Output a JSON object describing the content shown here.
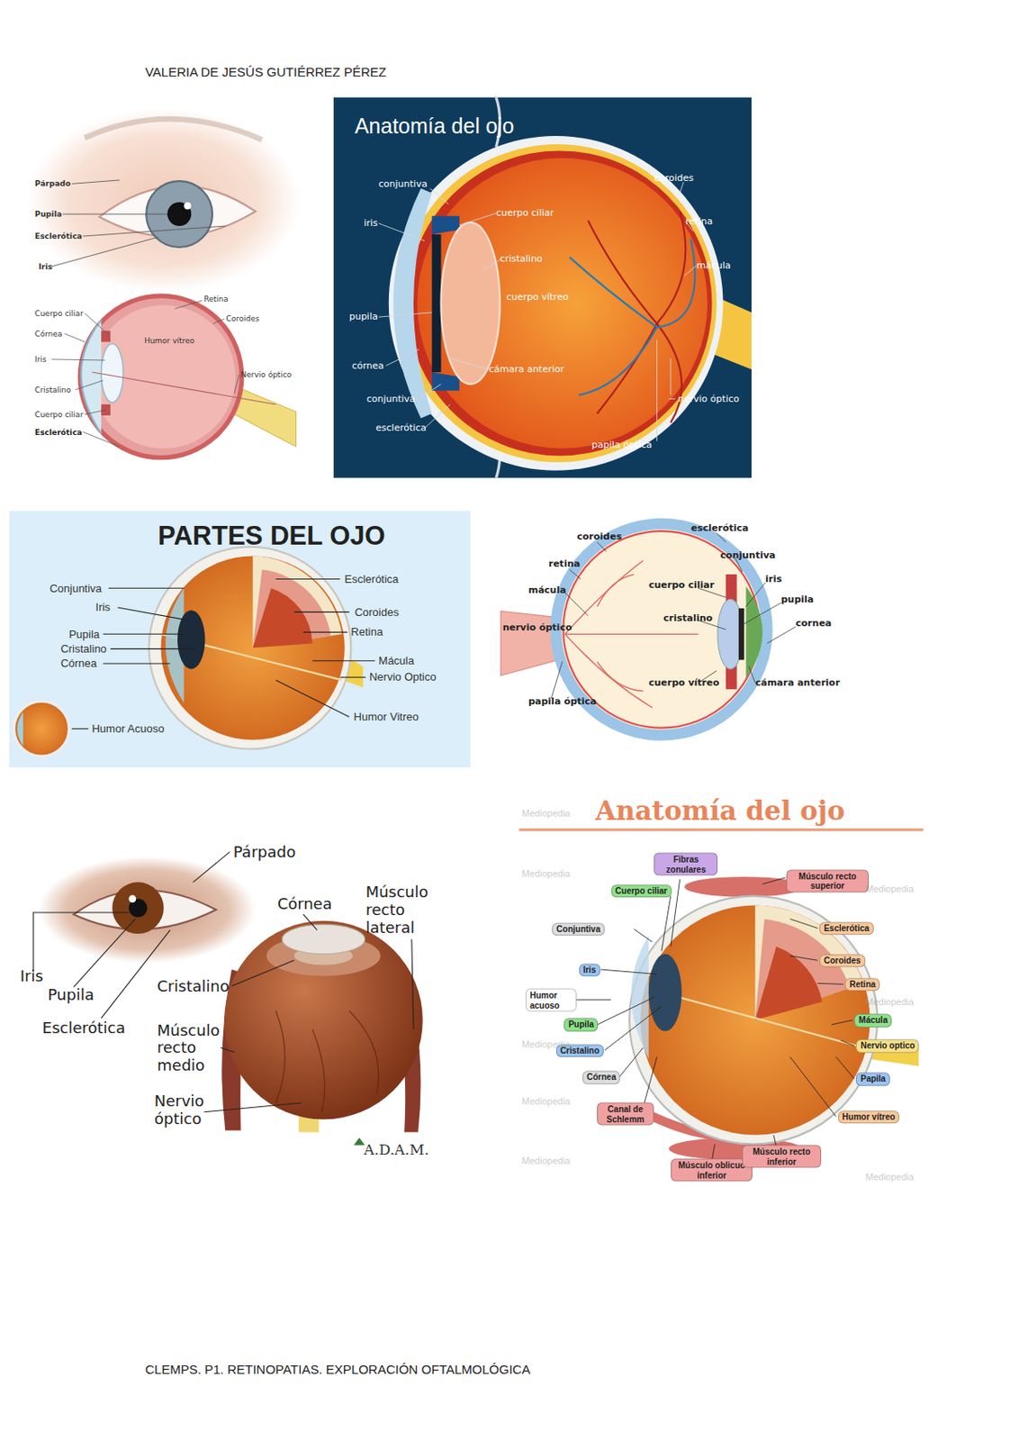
{
  "diagram": {
    "labels": [
      "VALERIA DE JESÚS GUTIÉRREZ PÉREZ",
      "Párpado",
      "Pupila",
      "Esclerótica",
      "Iris",
      "Retina",
      "Cuerpo ciliar",
      "Coroides",
      "Córnea",
      "Humor vítreo",
      "Iris",
      "Nervio óptico",
      "Cristalino",
      "Cuerpo ciliar",
      "Esclerótica",
      "Anatomía del ojo",
      "conjuntiva",
      "coroides",
      "iris",
      "cuerpo ciliar",
      "retina",
      "cristalino",
      "mácula",
      "cuerpo vítreo",
      "pupila",
      "córnea",
      "cámara anterior",
      "conjuntiva",
      "nervio óptico",
      "esclerótica",
      "papila óptica",
      "PARTES DEL OJO",
      "Conjuntiva",
      "Iris",
      "Pupila",
      "Cristalino",
      "Córnea",
      "Esclerótica",
      "Coroides",
      "Retina",
      "Mácula",
      "Nervio Optico",
      "Humor Vitreo",
      "Humor Acuoso",
      "esclerótica",
      "coroides",
      "conjuntiva",
      "retina",
      "mácula",
      "cuerpo ciliar",
      "iris",
      "pupila",
      "cristalino",
      "nervio óptico",
      "cornea",
      "cuerpo vítreo",
      "cámara anterior",
      "papila óptica",
      "Párpado",
      "Córnea",
      "Músculo recto lateral",
      "Iris",
      "Pupila",
      "Cristalino",
      "Esclerótica",
      "Músculo recto medio",
      "Nervio óptico",
      "A.D.A.M.",
      "Anatomía del ojo",
      "Fibras zonulares",
      "Cuerpo ciliar",
      "Músculo recto superior",
      "Conjuntiva",
      "Esclerótica",
      "Coroides",
      "Iris",
      "Retina",
      "Humor acuoso",
      "Mácula",
      "Pupila",
      "Cristalino",
      "Nervio optico",
      "Córnea",
      "Papila",
      "Canal de Schlemm",
      "Humor vítreo",
      "Músculo oblicuo inferior",
      "Músculo recto inferior",
      "Mediopedia",
      "Mediopedia",
      "Mediopedia",
      "Mediopedia",
      "Mediopedia",
      "Mediopedia",
      "Mediopedia",
      "Mediopedia",
      "CLEMPS. P1. RETINOPATIAS. EXPLORACIÓN OFTALMOLÓGICA"
    ]
  }
}
